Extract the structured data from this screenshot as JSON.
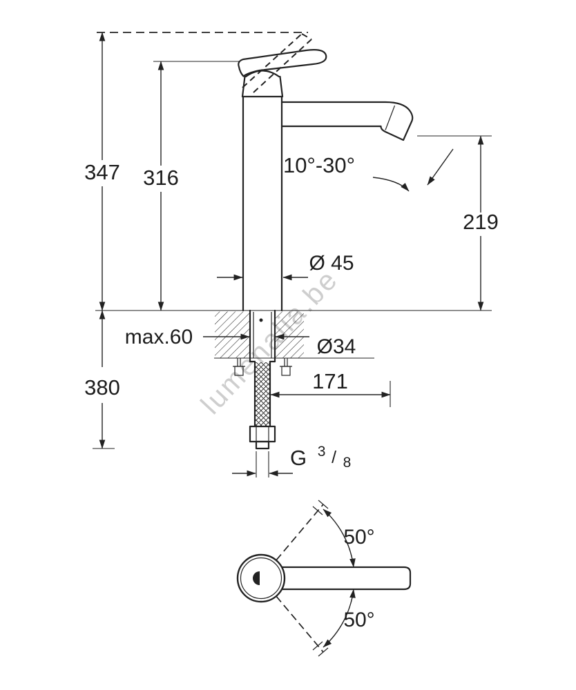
{
  "colors": {
    "line": "#222222",
    "watermark": "#c6c6c6",
    "background": "#ffffff"
  },
  "watermark": "lumenalia.be",
  "front_view": {
    "dims": {
      "total_height": "347",
      "handle_height": "316",
      "spout_angle_range": "10°-30°",
      "outlet_height": "219",
      "body_diameter": "Ø 45",
      "max_deck_thickness": "max.60",
      "hole_diameter": "Ø34",
      "below_deck_length": "380",
      "spout_reach": "171"
    },
    "thread": {
      "prefix": "G",
      "numerator": "3",
      "slash": "/",
      "denominator": "8"
    }
  },
  "top_view": {
    "swivel_upper": "50°",
    "swivel_lower": "50°"
  }
}
